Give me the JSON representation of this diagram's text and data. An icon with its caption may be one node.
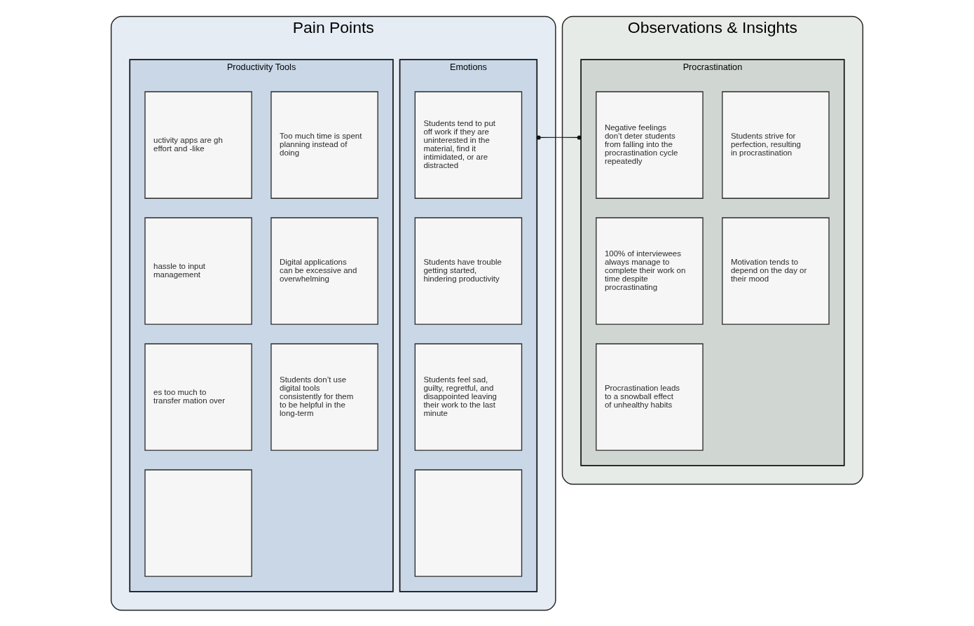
{
  "diagram": {
    "nodes": [
      {
        "text": [
          "Pain Points"
        ]
      },
      {
        "text": [
          "Productivity Tools"
        ],
        "in": 0
      },
      {
        "text": [
          "uctivity apps are gh effort and -like"
        ],
        "in": 1
      },
      {
        "text": [
          "Too much time is spent planning instead of doing"
        ],
        "in": 1
      },
      {
        "text": [
          "hassle to input management"
        ],
        "in": 1
      },
      {
        "text": [
          "Digital applications can be excessive and overwhelming"
        ],
        "in": 1
      },
      {
        "text": [
          "es too much to transfer mation over"
        ],
        "in": 1
      },
      {
        "text": [
          "Students don’t use digital tools consistently for them to be helpful in the long-term"
        ],
        "in": 1
      },
      {
        "text": [],
        "shape": "box",
        "in": 1
      },
      {
        "text": [
          "Emotions"
        ],
        "in": 0
      },
      {
        "text": [
          "Students tend to put off work if they are uninterested in the material, find it intimidated, or are distracted"
        ],
        "in": 9
      },
      {
        "text": [
          "Students have trouble getting started, hindering productivity"
        ],
        "in": 9
      },
      {
        "text": [
          "Students feel sad, guilty, regretful, and disappointed leaving their work to the last minute"
        ],
        "in": 9
      },
      {
        "text": [],
        "shape": "box",
        "in": 9
      },
      {
        "text": [
          "Observations & Insights"
        ]
      },
      {
        "text": [
          "Procrastination"
        ],
        "in": 14
      },
      {
        "text": [
          "Negative feelings don’t deter students from falling into the procrastination cycle repeatedly"
        ],
        "in": 15
      },
      {
        "text": [
          "Students strive for perfection, resulting in procrastination"
        ],
        "in": 15
      },
      {
        "text": [
          "100% of interviewees always manage to complete their work on time despite procrastinating"
        ],
        "in": 15
      },
      {
        "text": [
          "Motivation tends to depend on the day or their mood"
        ],
        "in": 15
      },
      {
        "text": [
          "Procrastination leads to a snowball effect of unhealthy habits"
        ],
        "in": 15
      }
    ],
    "edges": [
      {
        "from": 9,
        "to": 15,
        "arrow": "other"
      }
    ]
  }
}
